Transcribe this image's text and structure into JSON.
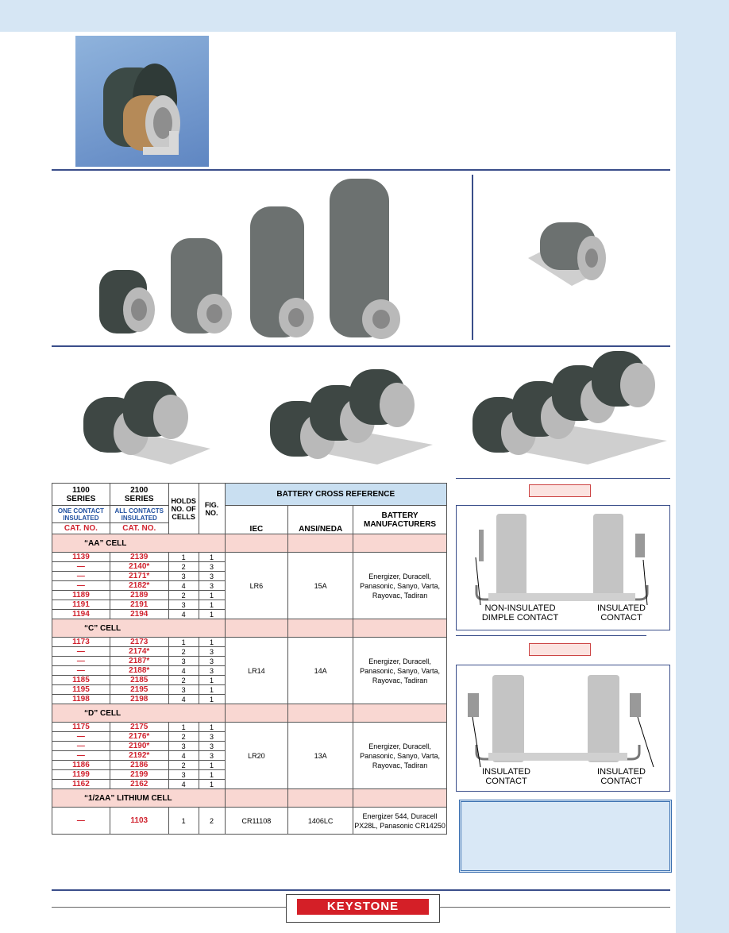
{
  "table": {
    "headers": {
      "series_1100": "1100",
      "series_1100_sub": "SERIES",
      "series_2100": "2100",
      "series_2100_sub": "SERIES",
      "one_contact": "ONE CONTACT INSULATED",
      "all_contacts": "ALL CONTACTS INSULATED",
      "cat_no": "CAT. NO.",
      "holds": "HOLDS NO. OF CELLS",
      "fig": "FIG. NO.",
      "cross_reference": "BATTERY CROSS REFERENCE",
      "iec": "IEC",
      "ansi": "ANSI/NEDA",
      "manufacturers": "BATTERY MANUFACTURERS"
    },
    "sections": [
      {
        "title": "“AA” CELL",
        "rows": [
          [
            "1139",
            "2139",
            "1",
            "1"
          ],
          [
            "—",
            "2140*",
            "2",
            "3"
          ],
          [
            "—",
            "2171*",
            "3",
            "3"
          ],
          [
            "—",
            "2182*",
            "4",
            "3"
          ],
          [
            "1189",
            "2189",
            "2",
            "1"
          ],
          [
            "1191",
            "2191",
            "3",
            "1"
          ],
          [
            "1194",
            "2194",
            "4",
            "1"
          ]
        ],
        "iec": "LR6",
        "ansi": "15A",
        "mfr": "Energizer, Duracell, Panasonic, Sanyo, Varta, Rayovac, Tadiran"
      },
      {
        "title": "“C” CELL",
        "rows": [
          [
            "1173",
            "2173",
            "1",
            "1"
          ],
          [
            "—",
            "2174*",
            "2",
            "3"
          ],
          [
            "—",
            "2187*",
            "3",
            "3"
          ],
          [
            "—",
            "2188*",
            "4",
            "3"
          ],
          [
            "1185",
            "2185",
            "2",
            "1"
          ],
          [
            "1195",
            "2195",
            "3",
            "1"
          ],
          [
            "1198",
            "2198",
            "4",
            "1"
          ]
        ],
        "iec": "LR14",
        "ansi": "14A",
        "mfr": "Energizer, Duracell, Panasonic, Sanyo, Varta, Rayovac, Tadiran"
      },
      {
        "title": "“D” CELL",
        "rows": [
          [
            "1175",
            "2175",
            "1",
            "1"
          ],
          [
            "—",
            "2176*",
            "2",
            "3"
          ],
          [
            "—",
            "2190*",
            "3",
            "3"
          ],
          [
            "—",
            "2192*",
            "4",
            "3"
          ],
          [
            "1186",
            "2186",
            "2",
            "1"
          ],
          [
            "1199",
            "2199",
            "3",
            "1"
          ],
          [
            "1162",
            "2162",
            "4",
            "1"
          ]
        ],
        "iec": "LR20",
        "ansi": "13A",
        "mfr": "Energizer, Duracell, Panasonic, Sanyo, Varta, Rayovac, Tadiran"
      },
      {
        "title": "“1/2AA” LITHIUM CELL",
        "rows": [
          [
            "—",
            "1103",
            "1",
            "2"
          ]
        ],
        "iec": "CR11108",
        "ansi": "1406LC",
        "mfr": "Energizer 544, Duracell PX28L, Panasonic CR14250"
      }
    ]
  },
  "diagrams": {
    "top_left_label": "NON-INSULATED DIMPLE CONTACT",
    "top_right_label": "INSULATED CONTACT",
    "bottom_left_label": "INSULATED CONTACT",
    "bottom_right_label": "INSULATED CONTACT"
  },
  "footer": {
    "logo": "KEYSTONE"
  },
  "colors": {
    "accent_blue": "#3a4e8a",
    "band": "#d6e6f4",
    "section_pink": "#f9d7d2",
    "cat_red": "#d0222e",
    "logo_red": "#d41f27"
  }
}
